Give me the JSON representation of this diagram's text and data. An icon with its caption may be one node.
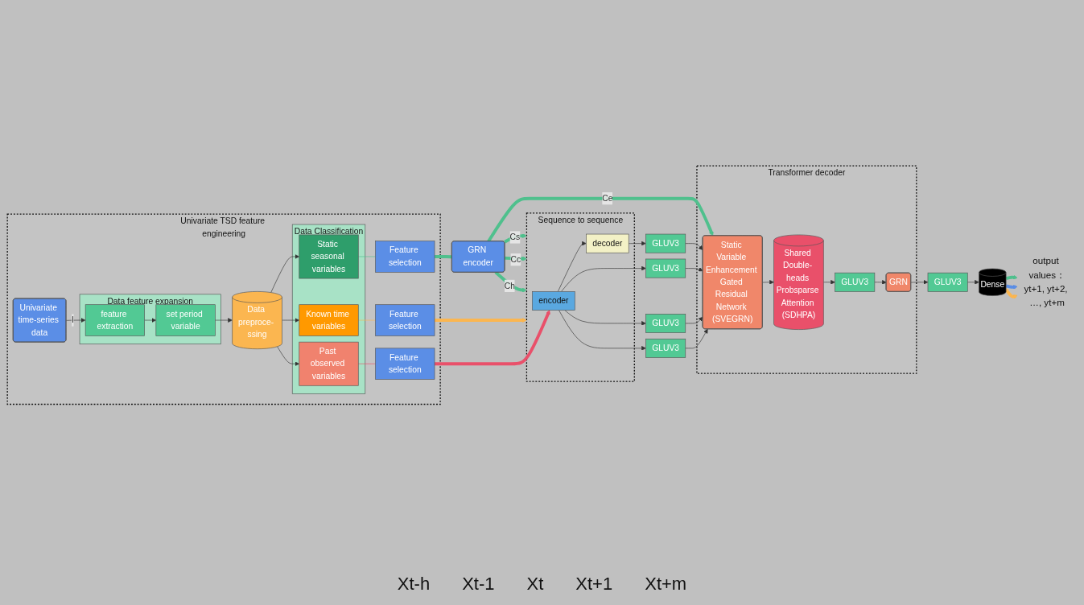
{
  "diagram": {
    "nodes": [
      {
        "text": [
          "Univariate TSD feature engineering"
        ]
      },
      {
        "text": [
          "Univariate time-series data"
        ],
        "in": 0
      },
      {
        "text": [
          "Data feature expansion"
        ],
        "in": 0
      },
      {
        "text": [
          "feature extraction"
        ],
        "in": 2
      },
      {
        "text": [
          "set period variable"
        ],
        "in": 2
      },
      {
        "text": [
          "Data preproce- ssing"
        ],
        "in": 0
      },
      {
        "text": [
          "Data Classification"
        ],
        "in": 0
      },
      {
        "text": [
          "Static seasonal variables"
        ],
        "in": 6
      },
      {
        "text": [
          "Known time variables"
        ],
        "in": 6
      },
      {
        "text": [
          "Past observed variables"
        ],
        "in": 6
      },
      {
        "text": [
          "Feature selection"
        ],
        "in": 0
      },
      {
        "text": [
          "Feature selection"
        ],
        "in": 0
      },
      {
        "text": [
          "Feature selection"
        ],
        "in": 0
      },
      {
        "text": [
          "GRN encoder"
        ]
      },
      {
        "text": [
          "Sequence to sequence"
        ]
      },
      {
        "text": [
          "encoder"
        ],
        "in": 14
      },
      {
        "text": [
          "decoder"
        ],
        "in": 14
      },
      {
        "text": [
          "Transformer decoder"
        ]
      },
      {
        "text": [
          "Shared Double- heads Probsparse Attention (SDHPA)"
        ],
        "in": 17
      },
      {
        "text": [
          "Static Variable Enhancement Gated Residual Network (SVEGRN)"
        ],
        "in": 17
      },
      {
        "text": [
          "GLUV3"
        ],
        "in": 17
      },
      {
        "text": [
          "GRN"
        ],
        "in": 17
      },
      {
        "text": [
          "GLUV3"
        ]
      },
      {
        "text": [
          "GLUV3"
        ]
      },
      {
        "text": [
          "GLUV3"
        ]
      },
      {
        "text": [
          "GLUV3"
        ]
      },
      {
        "text": [
          "GLUV3"
        ]
      },
      {
        "text": [
          "Dense"
        ]
      },
      {
        "text": [
          "output values：",
          "yt+1, yt+2, …, yt+m"
        ]
      }
    ],
    "edges": [
      {
        "from": 1,
        "to": 3,
        "arrow": "to",
        "label": "I"
      },
      {
        "from": 3,
        "to": 4,
        "arrow": "to"
      },
      {
        "from": 4,
        "to": 5,
        "arrow": "to"
      },
      {
        "from": 5,
        "to": 7,
        "arrow": "to"
      },
      {
        "from": 5,
        "to": 8,
        "arrow": "to"
      },
      {
        "from": 5,
        "to": 9,
        "arrow": "to"
      },
      {
        "from": 7,
        "to": 10,
        "arrow": "none",
        "color": "#4fc08d"
      },
      {
        "from": 8,
        "to": 11,
        "arrow": "none",
        "color": "#fbb650"
      },
      {
        "from": 9,
        "to": 12,
        "arrow": "none",
        "color": "#e9506a"
      },
      {
        "from": 10,
        "to": 13,
        "arrow": "none",
        "style": "thick",
        "color": "#4fc08d"
      },
      {
        "from": 11,
        "to": 14,
        "arrow": "to",
        "style": "thick",
        "color": "#fbb650"
      },
      {
        "from": 12,
        "to": 15,
        "arrow": "to",
        "style": "thick",
        "color": "#e9506a"
      },
      {
        "from": 13,
        "to": 14,
        "arrow": "to",
        "label": "Cs",
        "style": "thick",
        "color": "#4fc08d"
      },
      {
        "from": 13,
        "to": 14,
        "arrow": "to",
        "label": "Cc",
        "style": "thick",
        "color": "#4fc08d"
      },
      {
        "from": 13,
        "to": 14,
        "arrow": "to",
        "label": "Ch",
        "style": "thick",
        "color": "#4fc08d"
      },
      {
        "from": 13,
        "to": 19,
        "arrow": "to",
        "label": "Ce",
        "style": "thick",
        "color": "#4fc08d"
      },
      {
        "from": 15,
        "to": 16,
        "arrow": "to"
      },
      {
        "from": 15,
        "to": 22,
        "arrow": "to"
      },
      {
        "from": 15,
        "to": 23,
        "arrow": "to"
      },
      {
        "from": 15,
        "to": 24,
        "arrow": "to"
      },
      {
        "from": 16,
        "to": 25,
        "arrow": "to"
      },
      {
        "from": 22,
        "to": 19,
        "arrow": "to"
      },
      {
        "from": 23,
        "to": 19,
        "arrow": "to"
      },
      {
        "from": 24,
        "to": 19,
        "arrow": "to"
      },
      {
        "from": 25,
        "to": 19,
        "arrow": "to"
      },
      {
        "from": 19,
        "to": 18,
        "arrow": "to"
      },
      {
        "from": 18,
        "to": 20,
        "arrow": "to"
      },
      {
        "from": 20,
        "to": 21,
        "arrow": "to"
      },
      {
        "from": 21,
        "to": 26,
        "arrow": "to"
      },
      {
        "from": 26,
        "to": 27,
        "arrow": "to"
      },
      {
        "from": 27,
        "to": 28,
        "arrow": "to",
        "style": "thick",
        "color": "#4fc08d"
      },
      {
        "from": 27,
        "to": 28,
        "arrow": "to",
        "style": "thick",
        "color": "#5b8ee6"
      },
      {
        "from": 27,
        "to": 28,
        "arrow": "to",
        "style": "thick",
        "color": "#fbb650"
      }
    ],
    "labels": [
      "Xt-h",
      "Xt-1",
      "Xt",
      "Xt+1",
      "Xt+m"
    ]
  }
}
